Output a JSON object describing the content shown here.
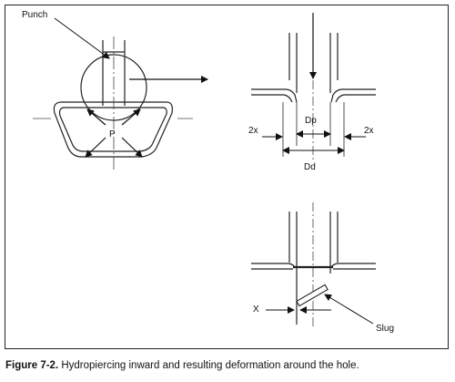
{
  "labels": {
    "punch": "Punch",
    "p": "P",
    "dp": "Dp",
    "dd": "Dd",
    "two_x_left": "2x",
    "two_x_right": "2x",
    "x": "X",
    "slug": "Slug"
  },
  "caption": {
    "figure_number": "Figure 7-2.",
    "text": " Hydropiercing inward and resulting deformation around the hole."
  },
  "colors": {
    "line": "#222222",
    "centerline": "#444444"
  }
}
